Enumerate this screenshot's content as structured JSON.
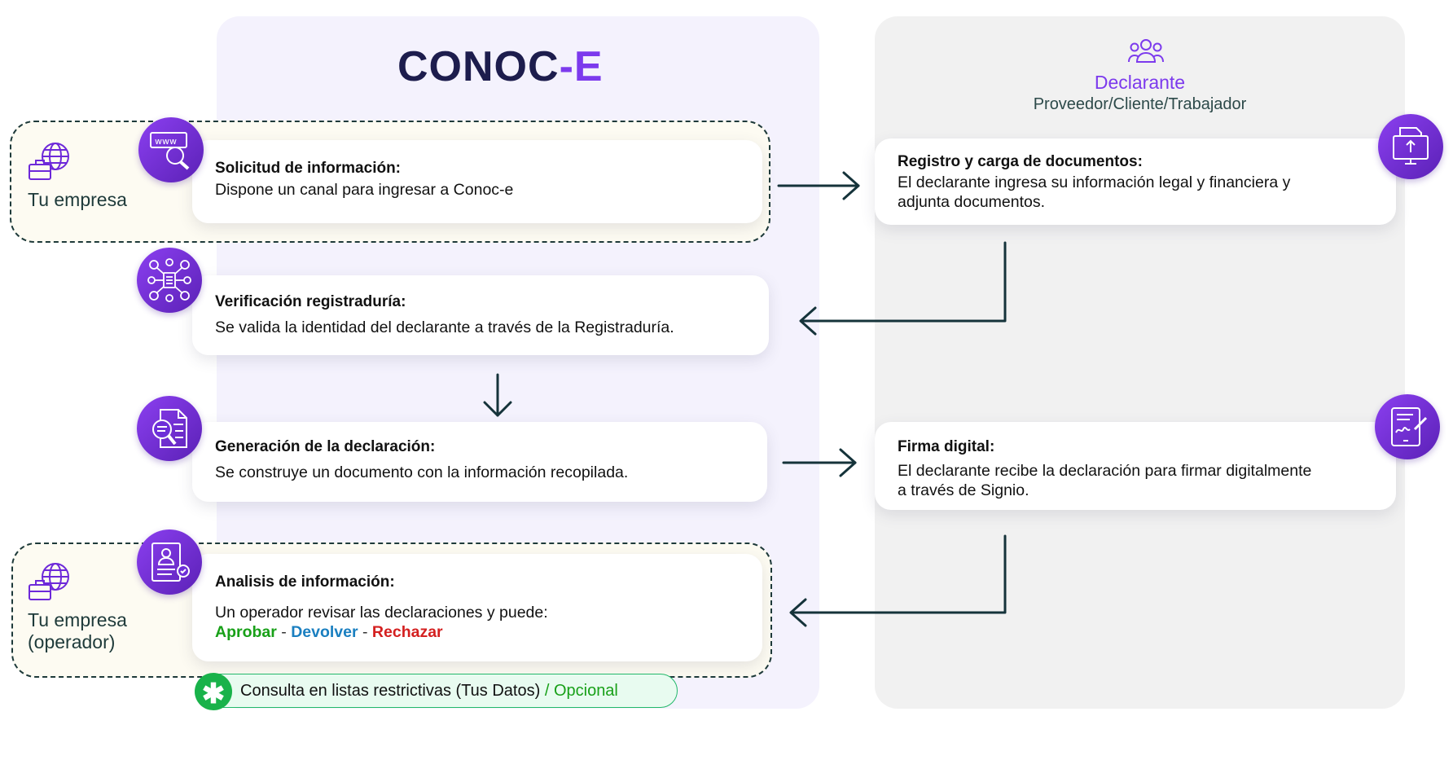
{
  "logo": {
    "main": "CONOC",
    "dash": "-",
    "accent": "E"
  },
  "declarante": {
    "title": "Declarante",
    "subtitle": "Proveedor/Cliente/Trabajador",
    "icon": "users-group-icon"
  },
  "empresa_top": {
    "label": "Tu empresa",
    "icon": "globe-briefcase-icon"
  },
  "empresa_bottom": {
    "label_line1": "Tu empresa",
    "label_line2": "(operador)",
    "icon": "globe-briefcase-icon"
  },
  "steps": {
    "solicitud": {
      "title": "Solicitud de información:",
      "desc": "Dispone un canal para ingresar a Conoc-e",
      "icon": "www-search-icon"
    },
    "verificacion": {
      "title": "Verificación registraduría:",
      "desc": "Se valida la identidad del declarante a través de la Registraduría.",
      "icon": "network-checklist-icon"
    },
    "generacion": {
      "title": "Generación de la declaración:",
      "desc": "Se construye un documento con la información recopilada.",
      "icon": "document-search-icon"
    },
    "analisis": {
      "title": "Analisis de información:",
      "desc": "Un operador revisar las declaraciones y puede:",
      "aprobar": "Aprobar",
      "sep1": "-",
      "devolver": "Devolver",
      "sep2": "-",
      "rechazar": "Rechazar",
      "icon": "id-document-icon"
    },
    "registro": {
      "title": "Registro y carga de documentos:",
      "desc_line1": "El declarante ingresa su información legal y financiera y",
      "desc_line2": "adjunta documentos.",
      "icon": "upload-monitor-icon"
    },
    "firma": {
      "title": "Firma digital:",
      "desc_line1": "El declarante recibe la declaración para firmar digitalmente",
      "desc_line2": "a través de Signio.",
      "icon": "tablet-signature-icon"
    }
  },
  "consulta": {
    "star": "✱",
    "text": "Consulta en listas restrictivas (Tus Datos)",
    "optional": "/ Opcional"
  },
  "colors": {
    "accent": "#7c3aed",
    "navy": "#1d1d4d",
    "green": "#18a018",
    "blue": "#1a7fc0",
    "red": "#d42020"
  }
}
